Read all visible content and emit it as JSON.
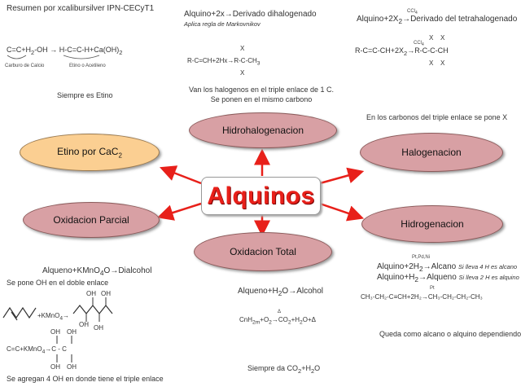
{
  "header": {
    "title": "Resumen por xcalibursilver IPN-CECyT1"
  },
  "center": {
    "label": "Alquinos"
  },
  "nodes": {
    "hidrohalogenacion": "Hidrohalogenacion",
    "etino": "Etino por CaC",
    "etino_sub": "2",
    "halogenacion": "Halogenacion",
    "oxidacion_parcial": "Oxidacion Parcial",
    "hidrogenacion": "Hidrogenacion",
    "oxidacion_total": "Oxidacion Total"
  },
  "etino_section": {
    "reaction_pre": "C=C+H",
    "reaction_sub": "2",
    "reaction_post": "-OH",
    "reaction_prod": "H-C=C-H+Ca(OH)",
    "reaction_prod_sub": "2",
    "label_carburo": "Carburo de Calcio",
    "label_etino": "Etino o Acetileno",
    "note": "Siempre es Etino"
  },
  "hidrohalo_section": {
    "eq_left": "Alquino+2x",
    "eq_right": "Derivado dihalogenado",
    "rule": "Aplica regla de Markovnikov",
    "struct_left": "R-C=CH+2Hx",
    "struct_right": "R-C-CH",
    "struct_right_sub": "3",
    "x_top": "X",
    "x_bottom": "X",
    "note": "Van los halogenos en el triple enlace de 1 C. Se ponen en el mismo carbono"
  },
  "halogen_section": {
    "eq_left": "Alquino+2X",
    "eq_left_sub": "2",
    "cat": "CCl",
    "cat_sub": "4",
    "eq_right": "Derivado del tetrahalogenado",
    "struct_left": "R-C=C-CH+2X",
    "struct_left_sub": "2",
    "struct_right": "R-C-C-CH",
    "x_mark": "X",
    "note": "En los carbonos del triple enlace se pone X"
  },
  "oxid_parcial_section": {
    "eq_left": "Alqueno+KMnO",
    "eq_sub": "4",
    "eq_mid": "O",
    "eq_right": "Dialcohol",
    "note1": "Se pone OH en el doble enlace",
    "kmno": "+KMnO",
    "kmno_sub": "4",
    "oh": "OH",
    "eq2_left": "C=C+KMnO",
    "eq2_sub": "4",
    "eq2_right": "C - C",
    "note2": "Se agregan 4 OH en donde tiene el triple enlace"
  },
  "oxid_total_section": {
    "eq_left": "Alqueno+H",
    "eq_sub": "2",
    "eq_mid": "O",
    "eq_right": "Alcohol",
    "comb_pre": "CnH",
    "comb_sub": "2m",
    "comb_mid": "+O",
    "comb_sub2": "2",
    "comb_right": "CO",
    "comb_sub3": "2",
    "comb_end": "+H",
    "comb_sub4": "2",
    "comb_end2": "O+Δ",
    "delta_mark": "Δ",
    "note": "Siempre da CO",
    "note_sub": "2",
    "note_end": "+H",
    "note_sub2": "2",
    "note_end2": "O"
  },
  "hidrogen_section": {
    "cat_top": "Pt,Pd,Ni",
    "eq1_left": "Alquino+2H",
    "eq1_sub": "2",
    "eq1_right": "Alcano",
    "eq1_note": "Si lleva 4 H es alcano",
    "eq2_left": "Alquino+H",
    "eq2_sub": "2",
    "eq2_right": "Alqueno",
    "eq2_note": "Si lleva 2 H es alquino",
    "pt": "Pt",
    "eq3_left": "CH₃-CH₂-C≡CH+2H₂",
    "eq3_right": "CH₃-CH₂-CH₂-CH₃",
    "note": "Queda como alcano o alquino dependiendo"
  },
  "colors": {
    "arrow": "#e8201a",
    "ellipse_pink": "#d8a0a4",
    "ellipse_orange": "#fbcf92",
    "title": "#e8201a"
  }
}
